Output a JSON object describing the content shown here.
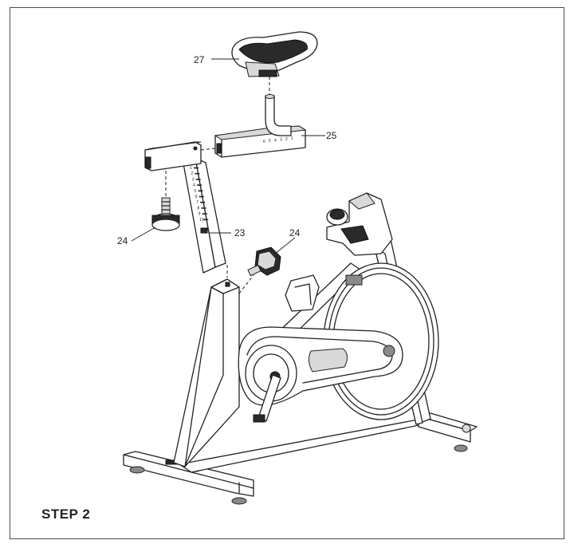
{
  "step": {
    "label": "STEP 2"
  },
  "callouts": [
    {
      "id": "saddle",
      "number": "27"
    },
    {
      "id": "seat-slider",
      "number": "25"
    },
    {
      "id": "seat-post",
      "number": "23"
    },
    {
      "id": "knob-left",
      "number": "24"
    },
    {
      "id": "knob-right",
      "number": "24"
    }
  ],
  "seat_post_scale": [
    "1",
    "2",
    "3",
    "4",
    "5",
    "6",
    "7",
    "8",
    "9",
    "10"
  ],
  "slider_scale": [
    "6",
    "5",
    "4",
    "3",
    "2",
    "1"
  ]
}
